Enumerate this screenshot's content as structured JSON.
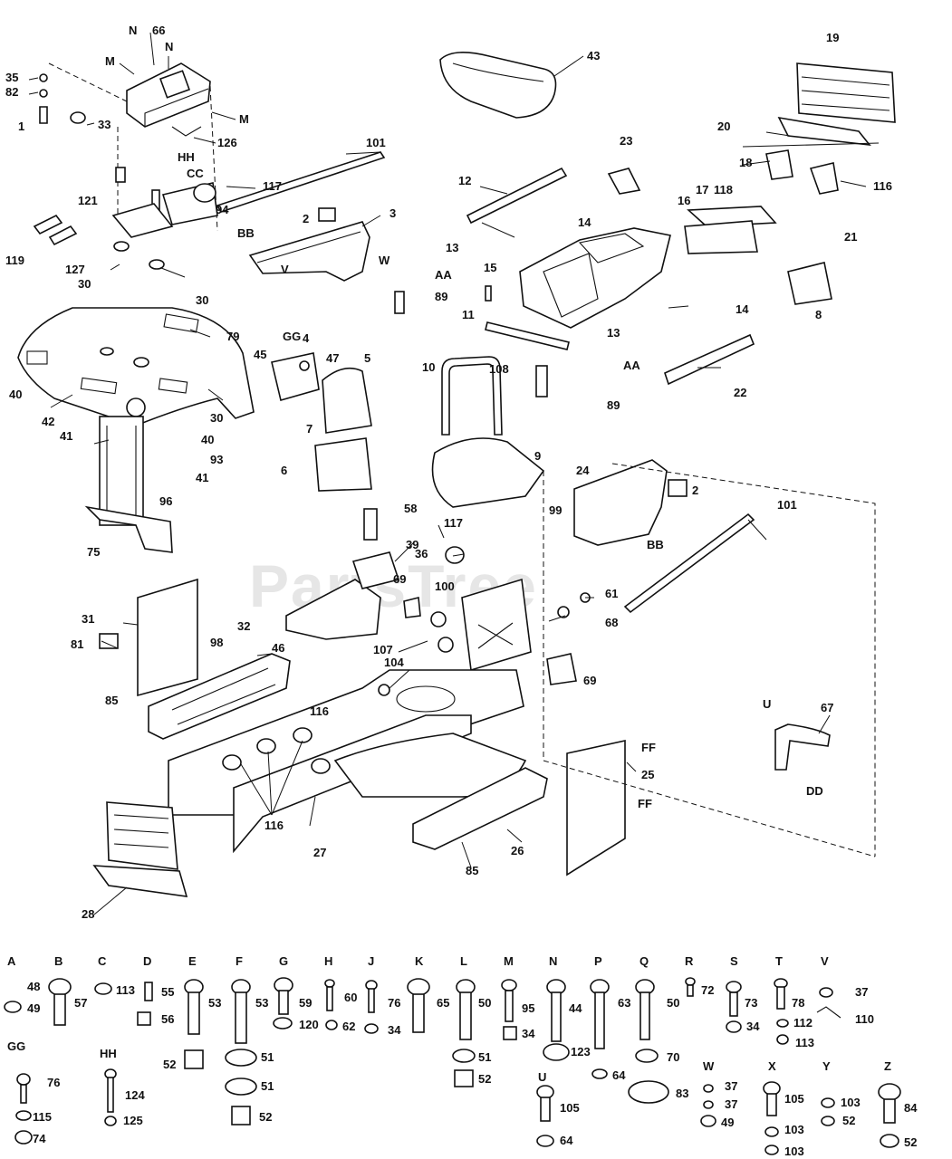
{
  "watermark": "PartsTree",
  "callouts": [
    {
      "id": "c66",
      "text": "66"
    },
    {
      "id": "cN1",
      "text": "N"
    },
    {
      "id": "cN2",
      "text": "N"
    },
    {
      "id": "cM1",
      "text": "M"
    },
    {
      "id": "cM2",
      "text": "M"
    },
    {
      "id": "c35",
      "text": "35"
    },
    {
      "id": "c82",
      "text": "82"
    },
    {
      "id": "c1",
      "text": "1"
    },
    {
      "id": "c33",
      "text": "33"
    },
    {
      "id": "c126",
      "text": "126"
    },
    {
      "id": "cHH",
      "text": "HH"
    },
    {
      "id": "cCC",
      "text": "CC"
    },
    {
      "id": "c117a",
      "text": "117"
    },
    {
      "id": "c121",
      "text": "121"
    },
    {
      "id": "c94",
      "text": "94"
    },
    {
      "id": "c127",
      "text": "127"
    },
    {
      "id": "c119",
      "text": "119"
    },
    {
      "id": "c30a",
      "text": "30"
    },
    {
      "id": "c30b",
      "text": "30"
    },
    {
      "id": "c101a",
      "text": "101"
    },
    {
      "id": "c2a",
      "text": "2"
    },
    {
      "id": "c3",
      "text": "3"
    },
    {
      "id": "cBBa",
      "text": "BB"
    },
    {
      "id": "cV",
      "text": "V"
    },
    {
      "id": "cWa",
      "text": "W"
    },
    {
      "id": "c43",
      "text": "43"
    },
    {
      "id": "c19",
      "text": "19"
    },
    {
      "id": "c20",
      "text": "20"
    },
    {
      "id": "c18",
      "text": "18"
    },
    {
      "id": "c118",
      "text": "118"
    },
    {
      "id": "c116a",
      "text": "116"
    },
    {
      "id": "c21",
      "text": "21"
    },
    {
      "id": "c23",
      "text": "23"
    },
    {
      "id": "c12",
      "text": "12"
    },
    {
      "id": "c17",
      "text": "17"
    },
    {
      "id": "c16",
      "text": "16"
    },
    {
      "id": "c13a",
      "text": "13"
    },
    {
      "id": "c14a",
      "text": "14"
    },
    {
      "id": "c15",
      "text": "15"
    },
    {
      "id": "c89a",
      "text": "89"
    },
    {
      "id": "cAAa",
      "text": "AA"
    },
    {
      "id": "c11",
      "text": "11"
    },
    {
      "id": "c13b",
      "text": "13"
    },
    {
      "id": "c14b",
      "text": "14"
    },
    {
      "id": "cAAb",
      "text": "AA"
    },
    {
      "id": "c89b",
      "text": "89"
    },
    {
      "id": "c22",
      "text": "22"
    },
    {
      "id": "c8",
      "text": "8"
    },
    {
      "id": "c108",
      "text": "108"
    },
    {
      "id": "c79",
      "text": "79"
    },
    {
      "id": "c45",
      "text": "45"
    },
    {
      "id": "c40a",
      "text": "40"
    },
    {
      "id": "c42",
      "text": "42"
    },
    {
      "id": "c30c",
      "text": "30"
    },
    {
      "id": "c40b",
      "text": "40"
    },
    {
      "id": "c41a",
      "text": "41"
    },
    {
      "id": "c93",
      "text": "93"
    },
    {
      "id": "c41b",
      "text": "41"
    },
    {
      "id": "c96",
      "text": "96"
    },
    {
      "id": "c75",
      "text": "75"
    },
    {
      "id": "cGG",
      "text": "GG"
    },
    {
      "id": "c4",
      "text": "4"
    },
    {
      "id": "c47",
      "text": "47"
    },
    {
      "id": "c5",
      "text": "5"
    },
    {
      "id": "c7",
      "text": "7"
    },
    {
      "id": "c6",
      "text": "6"
    },
    {
      "id": "c10",
      "text": "10"
    },
    {
      "id": "c9",
      "text": "9"
    },
    {
      "id": "c99",
      "text": "99"
    },
    {
      "id": "c24",
      "text": "24"
    },
    {
      "id": "c2b",
      "text": "2"
    },
    {
      "id": "c101b",
      "text": "101"
    },
    {
      "id": "cBBb",
      "text": "BB"
    },
    {
      "id": "c58",
      "text": "58"
    },
    {
      "id": "c39",
      "text": "39"
    },
    {
      "id": "c117b",
      "text": "117"
    },
    {
      "id": "c36",
      "text": "36"
    },
    {
      "id": "c100",
      "text": "100"
    },
    {
      "id": "c69a",
      "text": "69"
    },
    {
      "id": "c61",
      "text": "61"
    },
    {
      "id": "c68",
      "text": "68"
    },
    {
      "id": "c107",
      "text": "107"
    },
    {
      "id": "c104",
      "text": "104"
    },
    {
      "id": "c69b",
      "text": "69"
    },
    {
      "id": "c31",
      "text": "31"
    },
    {
      "id": "c32",
      "text": "32"
    },
    {
      "id": "c81",
      "text": "81"
    },
    {
      "id": "c98",
      "text": "98"
    },
    {
      "id": "c46",
      "text": "46"
    },
    {
      "id": "c85a",
      "text": "85"
    },
    {
      "id": "c116b",
      "text": "116"
    },
    {
      "id": "c116c",
      "text": "116"
    },
    {
      "id": "c27",
      "text": "27"
    },
    {
      "id": "c28",
      "text": "28"
    },
    {
      "id": "c85b",
      "text": "85"
    },
    {
      "id": "c26",
      "text": "26"
    },
    {
      "id": "c67",
      "text": "67"
    },
    {
      "id": "cDD",
      "text": "DD"
    },
    {
      "id": "c25",
      "text": "25"
    },
    {
      "id": "cFFa",
      "text": "FF"
    },
    {
      "id": "cFFb",
      "text": "FF"
    },
    {
      "id": "cU",
      "text": "U"
    }
  ],
  "hardware_legend": [
    {
      "letter": "A",
      "parts": [
        "48",
        "49"
      ]
    },
    {
      "letter": "B",
      "parts": [
        "57"
      ]
    },
    {
      "letter": "C",
      "parts": [
        "113"
      ]
    },
    {
      "letter": "D",
      "parts": [
        "55",
        "56"
      ]
    },
    {
      "letter": "E",
      "parts": [
        "53",
        "52"
      ]
    },
    {
      "letter": "F",
      "parts": [
        "53",
        "51",
        "51",
        "52"
      ]
    },
    {
      "letter": "G",
      "parts": [
        "59",
        "120",
        "62"
      ]
    },
    {
      "letter": "H",
      "parts": [
        "60"
      ]
    },
    {
      "letter": "J",
      "parts": [
        "76",
        "34"
      ]
    },
    {
      "letter": "K",
      "parts": [
        "65"
      ]
    },
    {
      "letter": "L",
      "parts": [
        "50",
        "51",
        "52"
      ]
    },
    {
      "letter": "M",
      "parts": [
        "95",
        "34"
      ]
    },
    {
      "letter": "N",
      "parts": [
        "44",
        "123"
      ]
    },
    {
      "letter": "P",
      "parts": [
        "63",
        "64"
      ]
    },
    {
      "letter": "Q",
      "parts": [
        "50",
        "70",
        "83"
      ]
    },
    {
      "letter": "R",
      "parts": [
        "72"
      ]
    },
    {
      "letter": "S",
      "parts": [
        "73",
        "34"
      ]
    },
    {
      "letter": "T",
      "parts": [
        "78",
        "112",
        "113"
      ]
    },
    {
      "letter": "V",
      "parts": [
        "37",
        "110"
      ]
    },
    {
      "letter": "GG",
      "parts": [
        "76",
        "115",
        "74"
      ]
    },
    {
      "letter": "HH",
      "parts": [
        "124",
        "125"
      ]
    },
    {
      "letter": "U",
      "parts": [
        "105",
        "64"
      ]
    },
    {
      "letter": "W",
      "parts": [
        "37",
        "37",
        "49"
      ]
    },
    {
      "letter": "X",
      "parts": [
        "105",
        "103",
        "103"
      ]
    },
    {
      "letter": "Y",
      "parts": [
        "103",
        "52"
      ]
    },
    {
      "letter": "Z",
      "parts": [
        "84",
        "52"
      ]
    }
  ]
}
